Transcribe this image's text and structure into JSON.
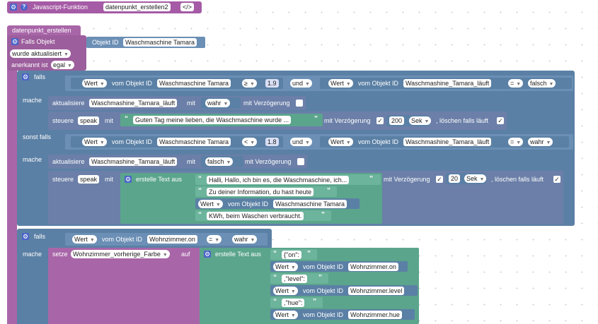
{
  "top_block": {
    "label": "Javascript-Funktion",
    "name_field": "datenpunkt_erstellen2",
    "code_button": "</>"
  },
  "function_block": {
    "title": "datenpunkt_erstellen",
    "trigger": {
      "label": "Falls Objekt",
      "object_id_label": "Objekt ID",
      "object_id_value": "Waschmaschine Tamara",
      "event_value": "wurde aktualisiert",
      "ack_label": "anerkannt ist",
      "ack_value": "egal"
    }
  },
  "if_block_1": {
    "falls_label": "falls",
    "mache_label": "mache",
    "sonst_falls_label": "sonst falls",
    "mache2_label": "mache",
    "cond1": {
      "left": {
        "value_label": "Wert",
        "object_label": "vom Objekt ID",
        "object": "Waschmaschine Tamara"
      },
      "op": "≥",
      "number": "1.9",
      "logic": "und",
      "right": {
        "value_label": "Wert",
        "object_label": "vom Objekt ID",
        "object": "Waschmashine_Tamara_läuft"
      },
      "op2": "=",
      "compare": "falsch"
    },
    "do1_update": {
      "label": "aktualisiere",
      "target": "Waschmashine_Tamara_läuft",
      "mit": "mit",
      "value": "wahr",
      "delay_label": "mit Verzögerung"
    },
    "do1_control": {
      "label": "steuere",
      "target": "speak",
      "mit": "mit",
      "text": "Guten Tag meine lieben, die Waschmaschine wurde ...",
      "delay_label": "mit Verzögerung",
      "delay_value": "200",
      "unit": "Sek",
      "clear_label": ", löschen falls läuft"
    },
    "cond2": {
      "left": {
        "value_label": "Wert",
        "object_label": "vom Objekt ID",
        "object": "Waschmaschine Tamara"
      },
      "op": "<",
      "number": "1.8",
      "logic": "und",
      "right": {
        "value_label": "Wert",
        "object_label": "vom Objekt ID",
        "object": "Waschmashine_Tamara_läuft"
      },
      "op2": "=",
      "compare": "wahr"
    },
    "do2_update": {
      "label": "aktualisiere",
      "target": "Waschmashine_Tamara_läuft",
      "mit": "mit",
      "value": "falsch",
      "delay_label": "mit Verzögerung"
    },
    "do2_control": {
      "label": "steuere",
      "target": "speak",
      "mit": "mit",
      "text_label": "erstelle Text aus",
      "texts": {
        "t1": "Halli, Hallo, ich bin es, die Waschmaschine, ich...",
        "t2": "Zu deiner Information, du hast heute",
        "wert_label": "Wert",
        "object_label": "vom Objekt ID",
        "object": "Waschmaschine Tamara",
        "t4": "KWh, beim Waschen verbraucht."
      },
      "delay_label": "mit Verzögerung",
      "delay_value": "20",
      "unit": "Sek",
      "clear_label": ", löschen falls läuft"
    }
  },
  "if_block_2": {
    "falls_label": "falls",
    "mache_label": "mache",
    "cond": {
      "value_label": "Wert",
      "object_label": "vom Objekt ID",
      "object": "Wohnzimmer.on",
      "op": "=",
      "compare": "wahr"
    },
    "set": {
      "label": "setze",
      "variable": "Wohnzimmer_vorherige_Farbe",
      "auf": "auf",
      "text_label": "erstelle Text aus",
      "parts": {
        "p1": "{\"on\":",
        "w1_label": "Wert",
        "w1_object_label": "vom Objekt ID",
        "w1_object": "Wohnzimmer.on",
        "p2": ",\"level\":",
        "w2_label": "Wert",
        "w2_object_label": "vom Objekt ID",
        "w2_object": "Wohnzimmer.level",
        "p3": ",\"hue\":",
        "w3_label": "Wert",
        "w3_object_label": "vom Objekt ID",
        "w3_object": "Wohnzimmer.hue"
      }
    }
  }
}
